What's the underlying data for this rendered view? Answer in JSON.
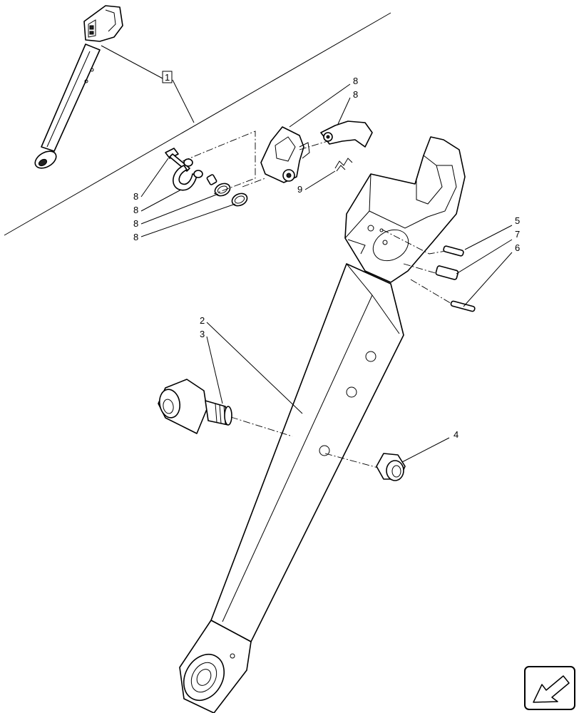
{
  "callouts": {
    "kit": "1",
    "lower_link": "2",
    "pin": "3",
    "nut": "4",
    "pin_5": "5",
    "pin_6": "6",
    "pin_7": "7",
    "kit_part_hook_body": "8",
    "kit_part_latch": "8",
    "kit_part_bolt": "8",
    "kit_part_shackle": "8",
    "kit_part_ring_1": "8",
    "kit_part_ring_2": "8",
    "spring": "9"
  },
  "icons": {
    "navigation": "arrow-icon"
  }
}
